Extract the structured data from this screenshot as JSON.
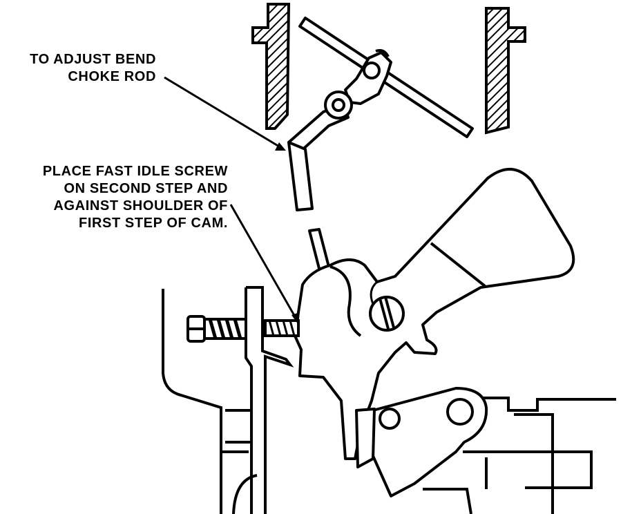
{
  "labels": {
    "adjust": [
      "TO ADJUST BEND",
      "CHOKE ROD"
    ],
    "fast_idle": [
      "PLACE FAST IDLE SCREW",
      "ON SECOND STEP AND",
      "AGAINST SHOULDER OF",
      "FIRST STEP OF CAM."
    ]
  },
  "colors": {
    "ink": "#000000",
    "paper": "#ffffff"
  }
}
